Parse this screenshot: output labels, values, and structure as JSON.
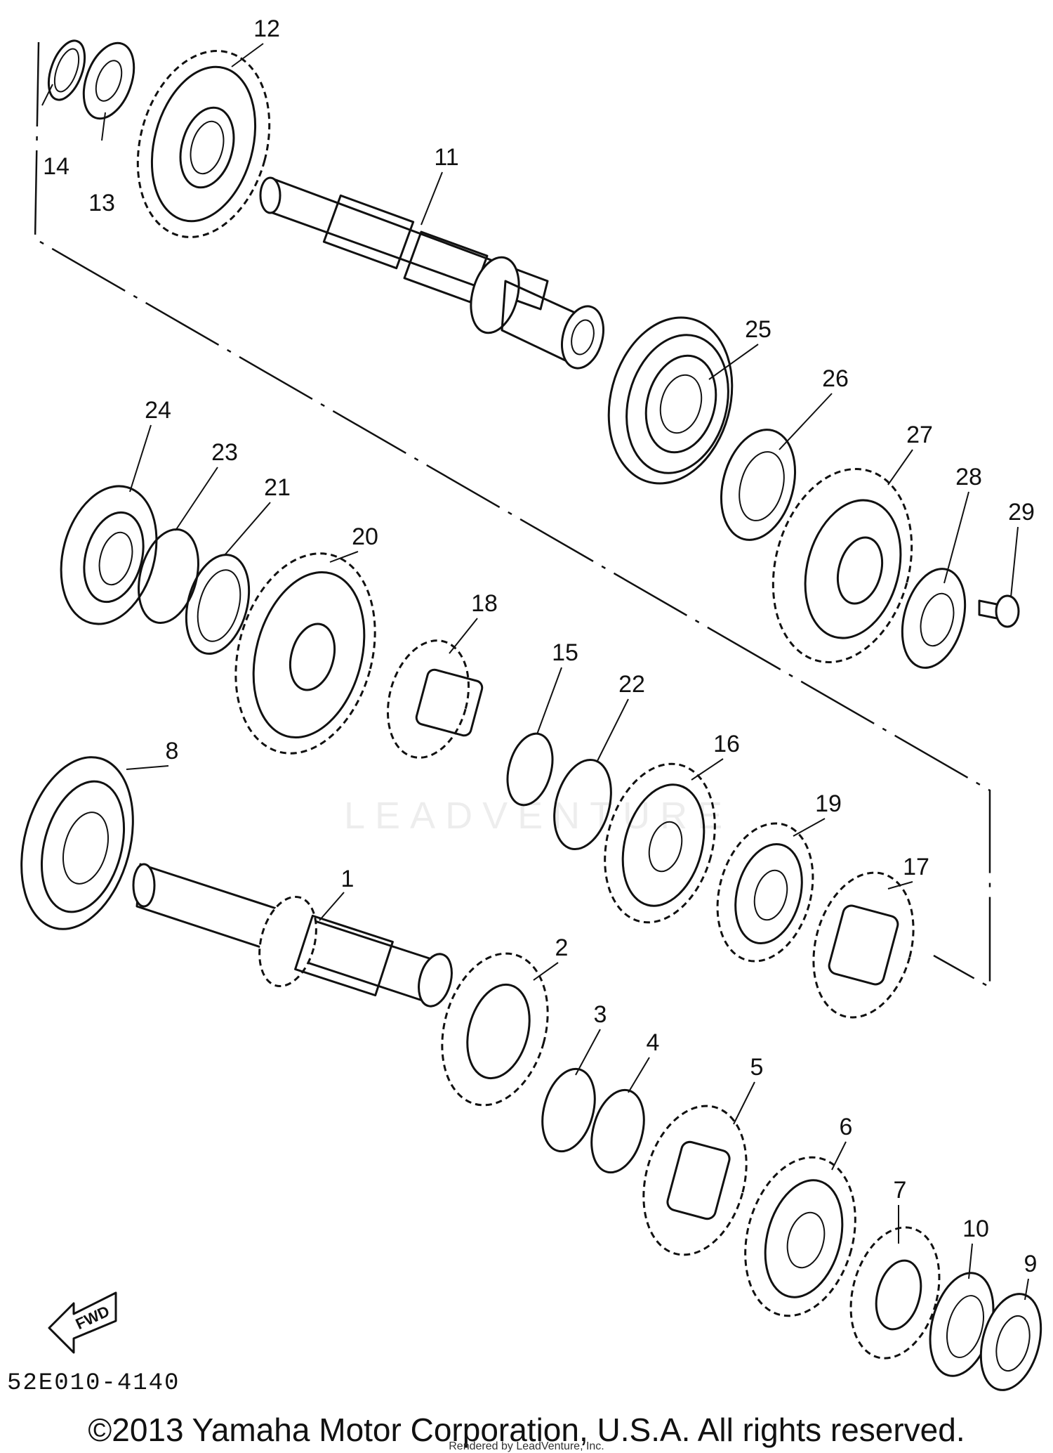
{
  "diagram": {
    "diagram_code": "52E010-4140",
    "fwd_label": "FWD",
    "watermark": "LEADVENTURE",
    "copyright": "©2013 Yamaha Motor Corporation, U.S.A. All rights reserved.",
    "rendered_by": "Rendered by LeadVenture, Inc.",
    "callouts": [
      "1",
      "2",
      "3",
      "4",
      "5",
      "6",
      "7",
      "8",
      "9",
      "10",
      "11",
      "12",
      "13",
      "14",
      "15",
      "16",
      "17",
      "18",
      "19",
      "20",
      "21",
      "22",
      "23",
      "24",
      "25",
      "26",
      "27",
      "28",
      "29"
    ]
  }
}
